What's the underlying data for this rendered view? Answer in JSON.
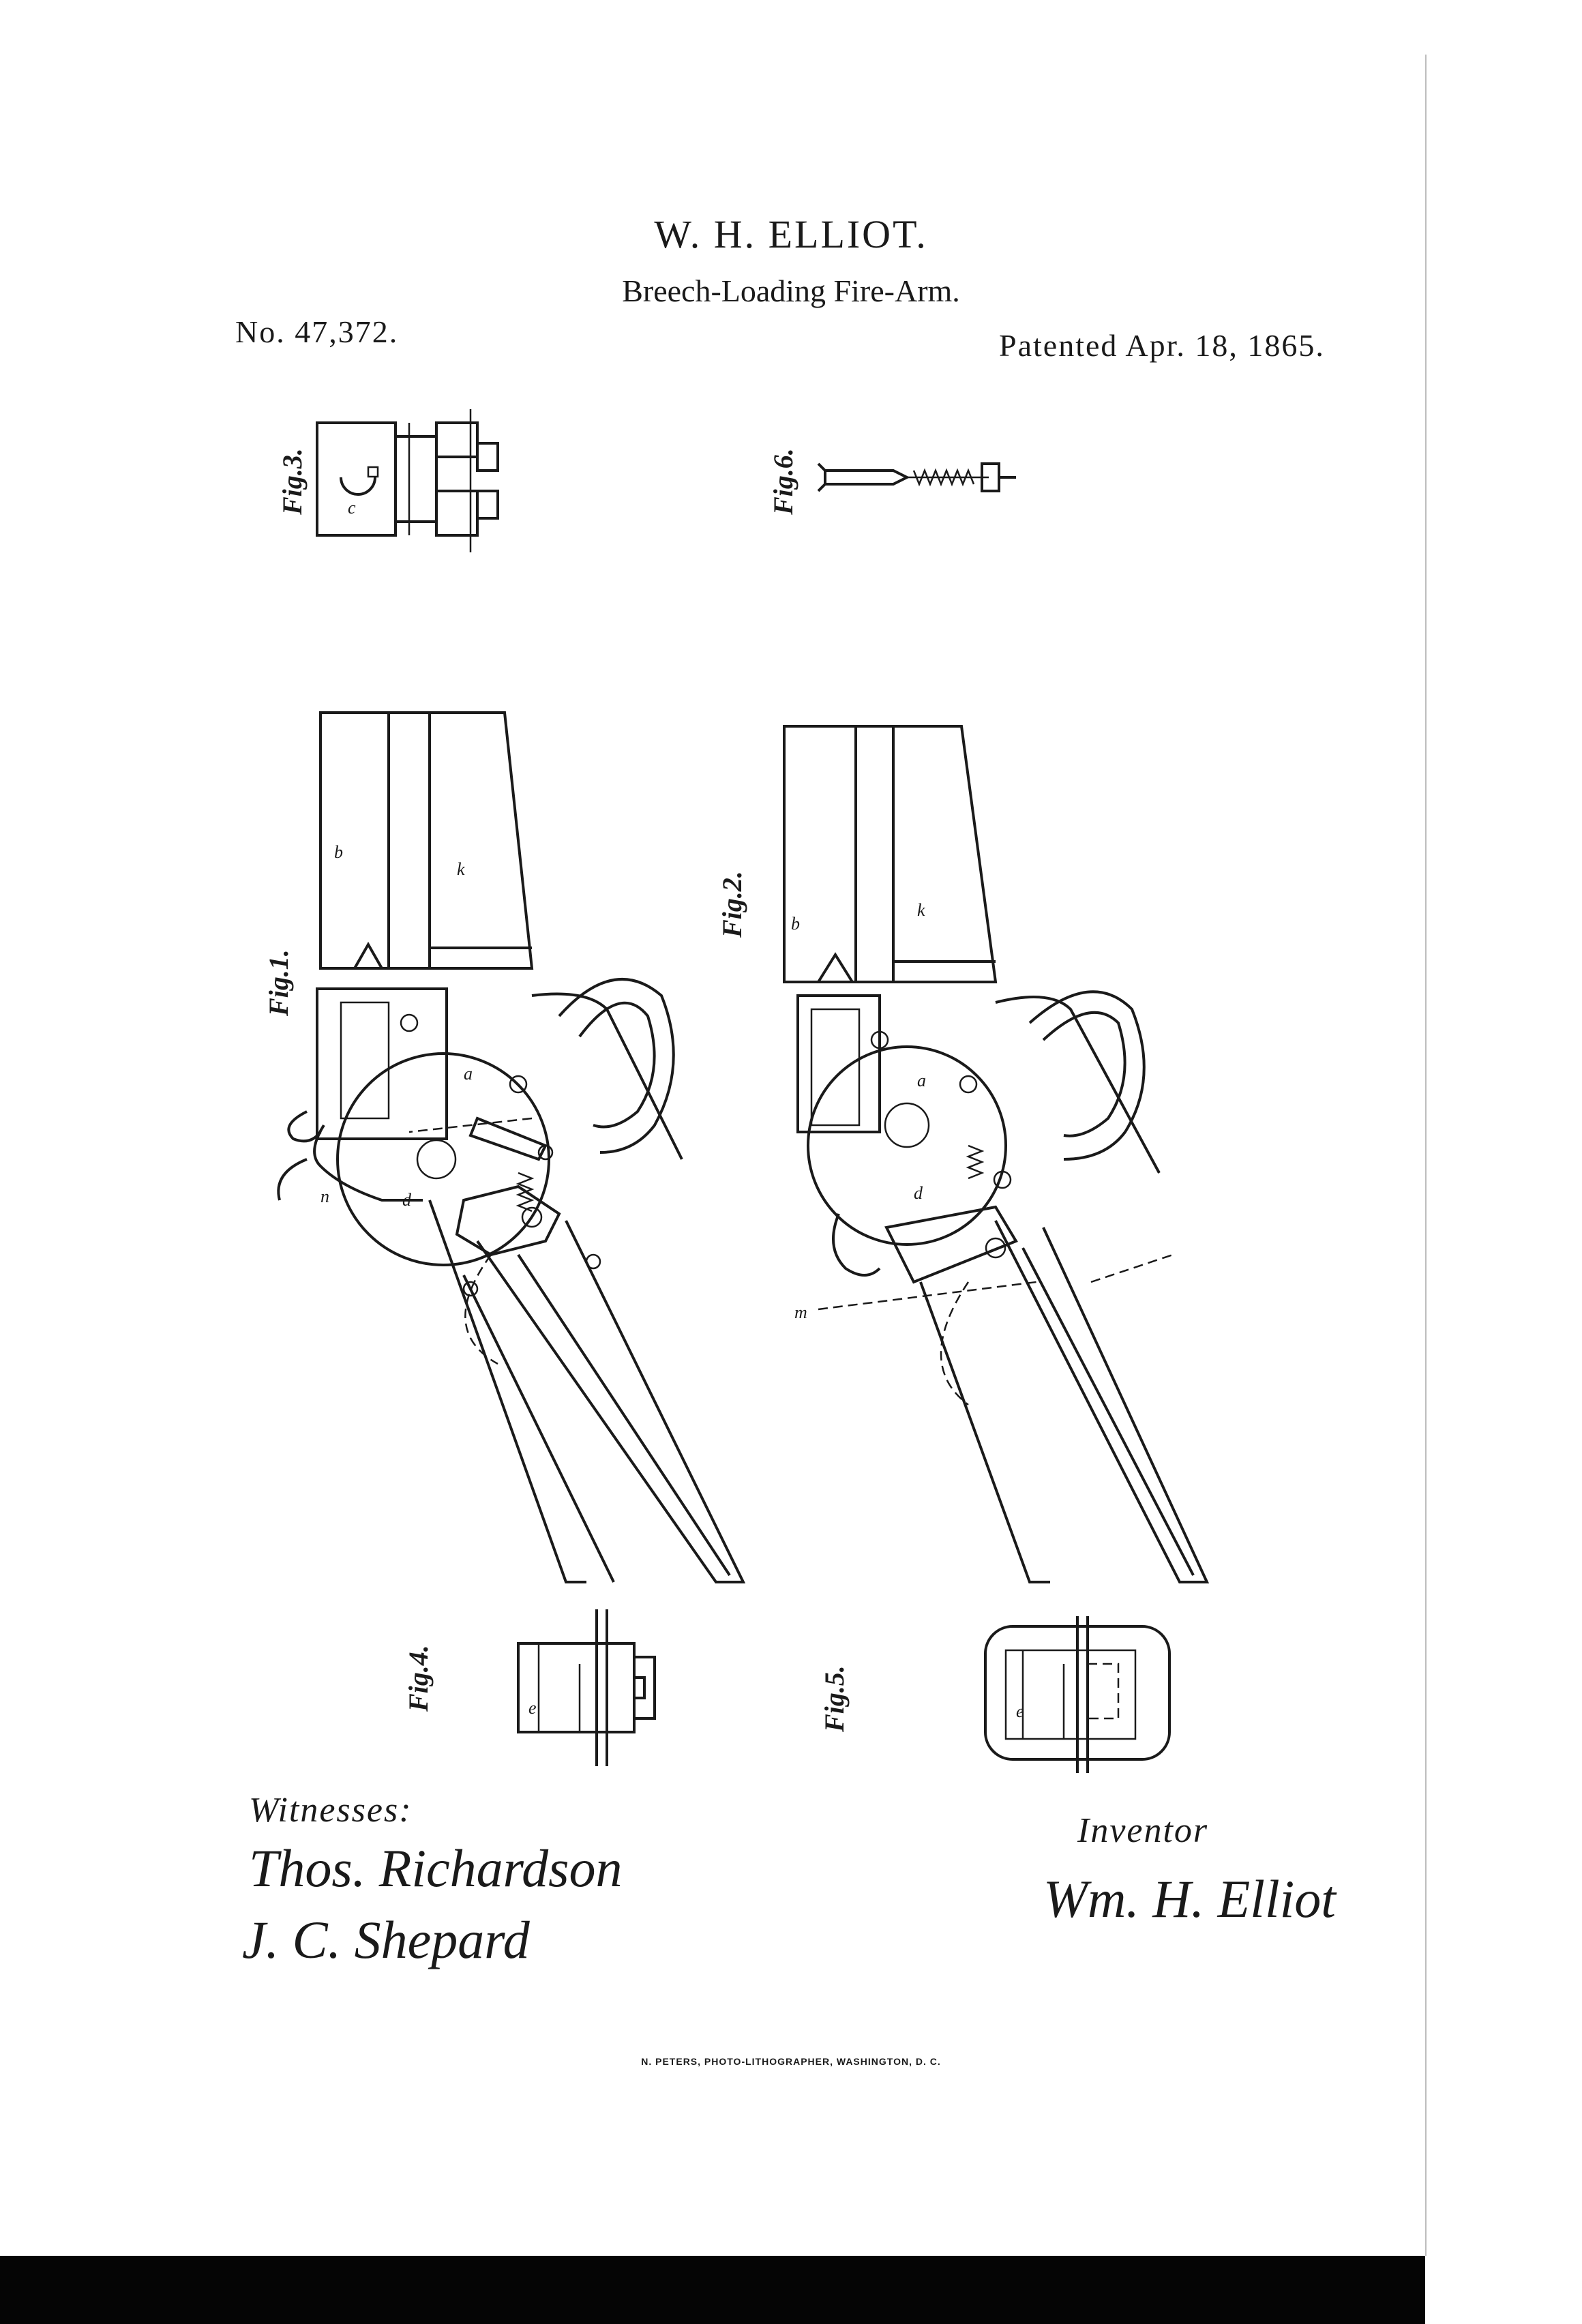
{
  "header": {
    "inventor_name": "W. H. ELLIOT.",
    "title": "Breech-Loading Fire-Arm.",
    "patent_number": "No. 47,372.",
    "patent_date": "Patented Apr. 18, 1865."
  },
  "figures": {
    "fig1": "Fig.1.",
    "fig2": "Fig.2.",
    "fig3": "Fig.3.",
    "fig4": "Fig.4.",
    "fig5": "Fig.5.",
    "fig6": "Fig.6."
  },
  "letters": {
    "fig1_b": "b",
    "fig1_k": "k",
    "fig1_n": "n",
    "fig1_d": "d",
    "fig1_a": "a",
    "fig2_b": "b",
    "fig2_k": "k",
    "fig2_m": "m",
    "fig2_d": "d",
    "fig2_a": "a",
    "fig3_c": "c",
    "fig4_e": "e",
    "fig5_e": "e"
  },
  "signatures": {
    "witnesses_label": "Witnesses:",
    "witness_1": "Thos. Richardson",
    "witness_2": "J. C. Shepard",
    "inventor_label": "Inventor",
    "inventor_signature": "Wm. H. Elliot"
  },
  "footer": {
    "printer": "N. PETERS, PHOTO-LITHOGRAPHER, WASHINGTON, D. C."
  }
}
